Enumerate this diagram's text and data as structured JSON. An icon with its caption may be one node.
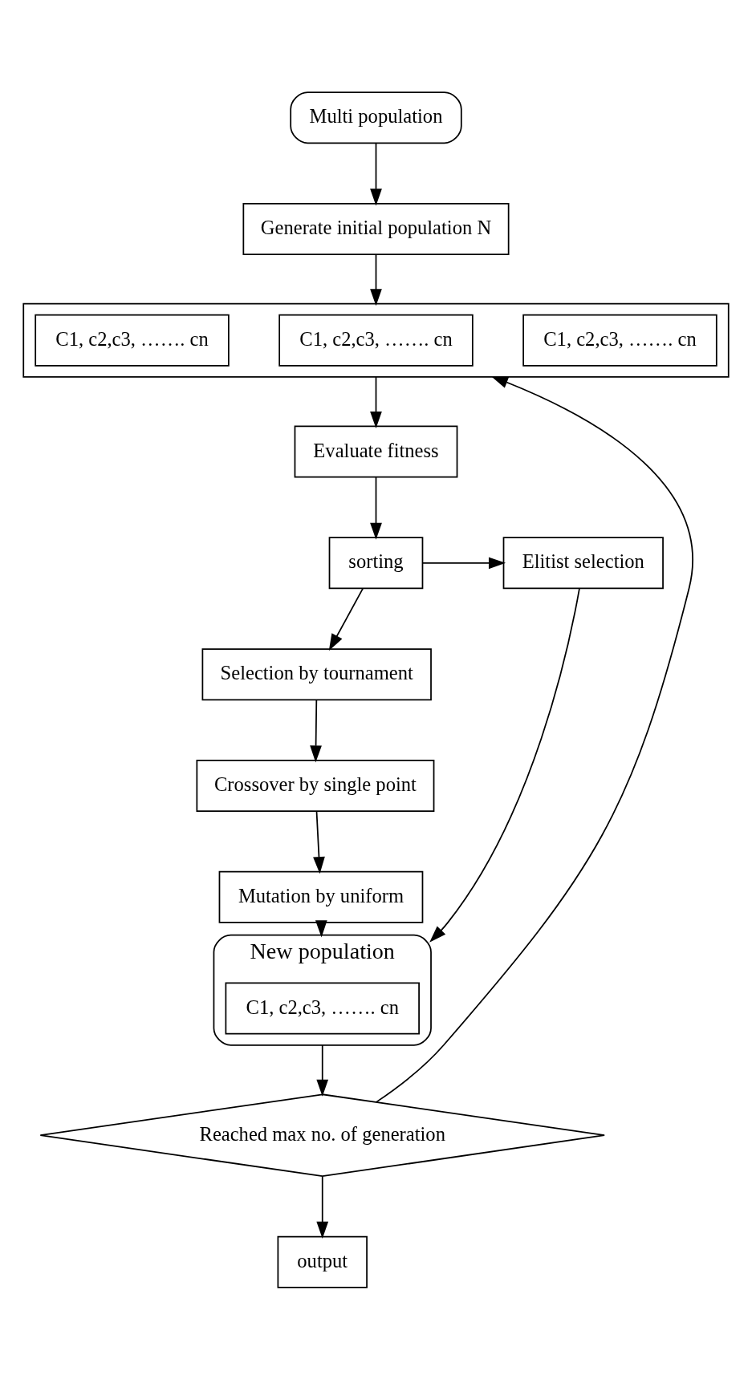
{
  "diagram": {
    "nodes": [
      {
        "text": [
          "Multi population"
        ]
      },
      {
        "text": [
          "Generate initial population N"
        ]
      },
      {
        "text": [],
        "shape": "box"
      },
      {
        "text": [
          "C1, c2,c3, ……. cn"
        ],
        "in": 2
      },
      {
        "text": [
          "C1, c2,c3, ……. cn"
        ],
        "in": 2
      },
      {
        "text": [
          "C1, c2,c3, ……. cn"
        ],
        "in": 2
      },
      {
        "text": [
          "Evaluate fitness"
        ]
      },
      {
        "text": [
          "sorting"
        ]
      },
      {
        "text": [
          "Elitist selection"
        ]
      },
      {
        "text": [
          "Selection by tournament"
        ]
      },
      {
        "text": [
          "Crossover by single point"
        ]
      },
      {
        "text": [
          "Mutation by uniform"
        ]
      },
      {
        "text": [
          "New population"
        ]
      },
      {
        "text": [
          "C1, c2,c3, ……. cn"
        ],
        "in": 12
      },
      {
        "text": [
          "Reached max no. of generation"
        ]
      },
      {
        "text": [
          "output"
        ]
      }
    ],
    "edges": [
      {
        "from": 0,
        "to": 1,
        "arrow": "to"
      },
      {
        "from": 1,
        "to": 2,
        "arrow": "to"
      },
      {
        "from": 2,
        "to": 6,
        "arrow": "to"
      },
      {
        "from": 6,
        "to": 7,
        "arrow": "to"
      },
      {
        "from": 7,
        "to": 8,
        "arrow": "to"
      },
      {
        "from": 7,
        "to": 9,
        "arrow": "to"
      },
      {
        "from": 9,
        "to": 10,
        "arrow": "to"
      },
      {
        "from": 10,
        "to": 11,
        "arrow": "to"
      },
      {
        "from": 11,
        "to": 12,
        "arrow": "to"
      },
      {
        "from": 8,
        "to": 12,
        "arrow": "to"
      },
      {
        "from": 12,
        "to": 14,
        "arrow": "to"
      },
      {
        "from": 14,
        "to": 15,
        "arrow": "to"
      },
      {
        "from": 14,
        "to": 2,
        "arrow": "to"
      }
    ]
  }
}
